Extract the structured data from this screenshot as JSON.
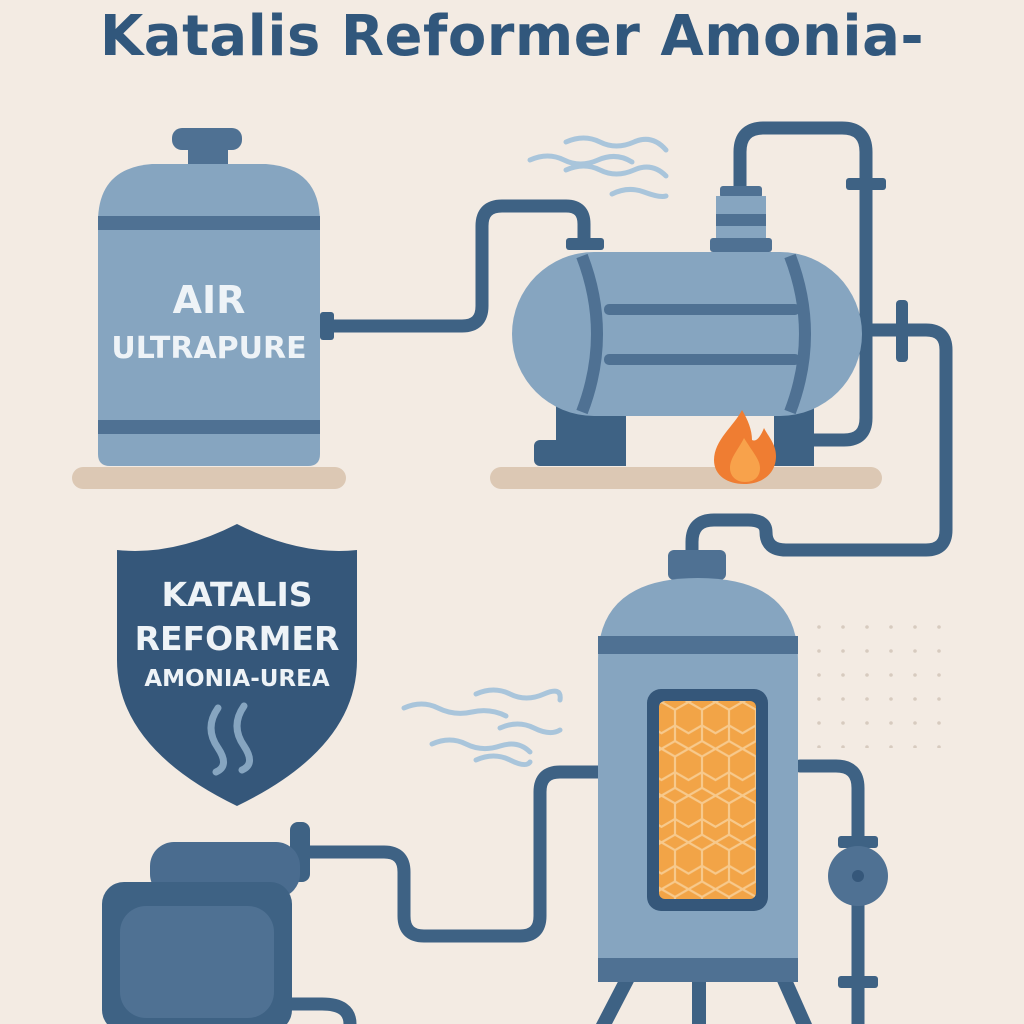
{
  "title": "Katalis Reformer Amonia-",
  "tank_label": {
    "line1": "AIR",
    "line2": "ULTRAPURE"
  },
  "shield_label": {
    "line1": "KATALIS",
    "line2": "REFORMER",
    "line3": "AMONIA-UREA"
  },
  "colors": {
    "background": "#f3ebe3",
    "pipe": "#3e6284",
    "vessel": "#86a5c0",
    "vessel_band": "#4f7193",
    "dark_navy": "#35577a",
    "flame": "#ef7d32",
    "catalyst": "#f2a447",
    "steam": "#a9c5db",
    "floor": "#dcc8b4"
  },
  "icons": [
    "flame-icon",
    "steam-icon",
    "honeycomb-icon",
    "shield-icon",
    "valve-icon"
  ]
}
